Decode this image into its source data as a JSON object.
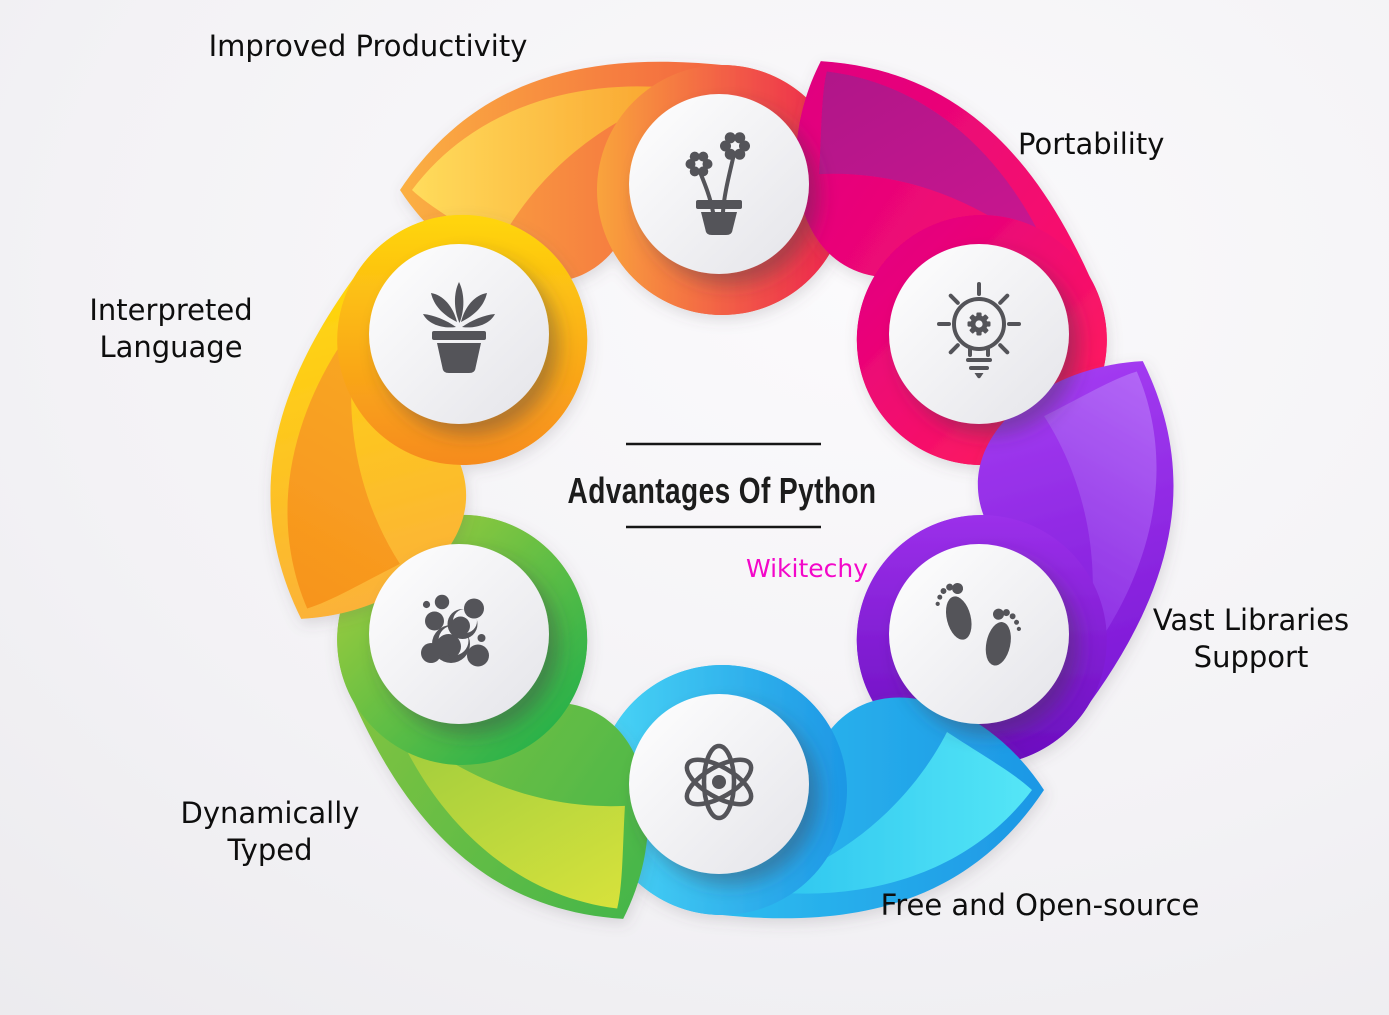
{
  "center": {
    "title": "Advantages Of Python",
    "brand": "Wikitechy",
    "title_color": "#1c1c1c",
    "brand_color": "#f307c9",
    "divider_color": "#161616"
  },
  "icons": {
    "color": "#545459",
    "hole_color": "#f3f3f6"
  },
  "circle": {
    "face_from": "#ffffff",
    "face_to": "#e4e4e9"
  },
  "petals": [
    {
      "id": "improved-productivity",
      "label": "Improved Productivity",
      "icon": "flower-pot-icon",
      "colors": {
        "main_from": "#F9A43C",
        "main_to": "#EC1E4F",
        "tail_from": "#FBB042",
        "tail_to": "#F0483F",
        "swirl_from": "#FFDC5C",
        "swirl_to": "#F9A02C"
      }
    },
    {
      "id": "portability",
      "label": "Portability",
      "icon": "lightbulb-gear-icon",
      "colors": {
        "main_from": "#FF1A5E",
        "main_to": "#E5007E",
        "tail_from": "#FF1266",
        "tail_to": "#E00080",
        "swirl_from": "#B01289",
        "swirl_to": "#CC1890"
      }
    },
    {
      "id": "vast-libraries-support",
      "label": "Vast Libraries Support",
      "icon": "footprints-icon",
      "colors": {
        "main_from": "#9B30EA",
        "main_to": "#6A0DBE",
        "tail_from": "#A43CF2",
        "tail_to": "#7A16D4",
        "swirl_from": "#B266F6",
        "swirl_to": "#8A2BE2"
      }
    },
    {
      "id": "free-and-open-source",
      "label": "Free and Open-source",
      "icon": "atom-icon",
      "colors": {
        "main_from": "#4AD6F6",
        "main_to": "#1D97E5",
        "tail_from": "#33CAF3",
        "tail_to": "#1D97E5",
        "swirl_from": "#55E6F6",
        "swirl_to": "#2BC3EF"
      }
    },
    {
      "id": "dynamically-typed",
      "label": "Dynamically Typed",
      "icon": "bubbles-icon",
      "colors": {
        "main_from": "#9BCB3E",
        "main_to": "#2BB24A",
        "tail_from": "#8DC63F",
        "tail_to": "#45B649",
        "swirl_from": "#D7E23B",
        "swirl_to": "#9BCB3E"
      }
    },
    {
      "id": "interpreted-language",
      "label": "Interpreted Language",
      "icon": "succulent-pot-icon",
      "colors": {
        "main_from": "#FFD60D",
        "main_to": "#F68B1F",
        "tail_from": "#FFD909",
        "tail_to": "#FBB03B",
        "swirl_from": "#F7941D",
        "swirl_to": "#F9A825"
      }
    }
  ]
}
